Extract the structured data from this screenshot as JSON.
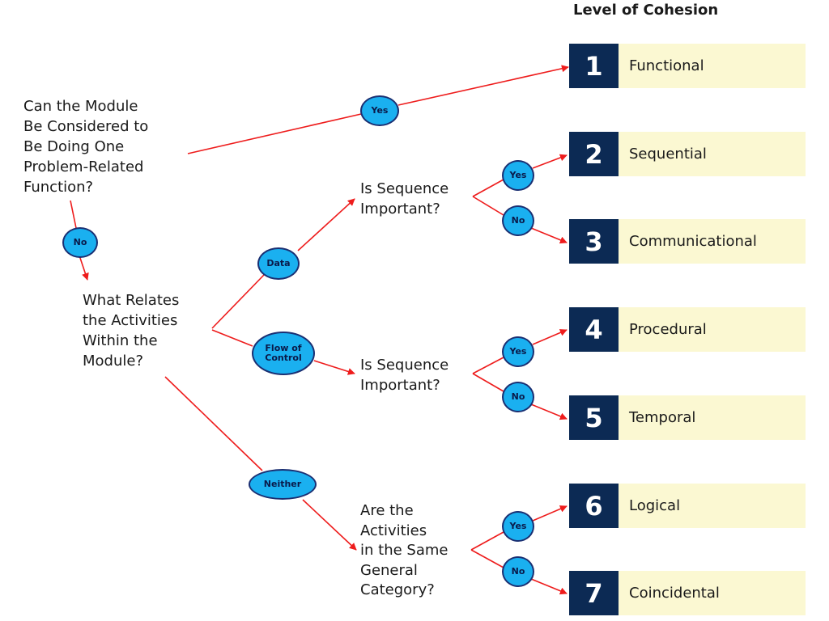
{
  "header": {
    "title": "Level of Cohesion"
  },
  "questions": {
    "one_function": [
      "Can the Module",
      "Be Considered to",
      "Be Doing One",
      "Problem-Related",
      "Function?"
    ],
    "what_relates": [
      "What Relates",
      "the Activities",
      "Within the",
      "Module?"
    ],
    "sequence_data": [
      "Is Sequence",
      "Important?"
    ],
    "sequence_control": [
      "Is Sequence",
      "Important?"
    ],
    "same_category": [
      "Are the",
      "Activities",
      "in the Same",
      "General",
      "Category?"
    ]
  },
  "decisions": {
    "yes_functional": "Yes",
    "no_top": "No",
    "data": "Data",
    "flow_of_control": [
      "Flow of",
      "Control"
    ],
    "neither": "Neither",
    "yes_sequential": "Yes",
    "no_communicational": "No",
    "yes_procedural": "Yes",
    "no_temporal": "No",
    "yes_logical": "Yes",
    "no_coincidental": "No"
  },
  "levels": [
    {
      "number": "1",
      "label": "Functional"
    },
    {
      "number": "2",
      "label": "Sequential"
    },
    {
      "number": "3",
      "label": "Communicational"
    },
    {
      "number": "4",
      "label": "Procedural"
    },
    {
      "number": "5",
      "label": "Temporal"
    },
    {
      "number": "6",
      "label": "Logical"
    },
    {
      "number": "7",
      "label": "Coincidental"
    }
  ],
  "colors": {
    "arrow": "#ee1c1c",
    "oval_fill": "#1ab0f0",
    "oval_border": "#1a2f72",
    "level_number_bg": "#0c2a54",
    "level_label_bg": "#fbf8d2"
  }
}
